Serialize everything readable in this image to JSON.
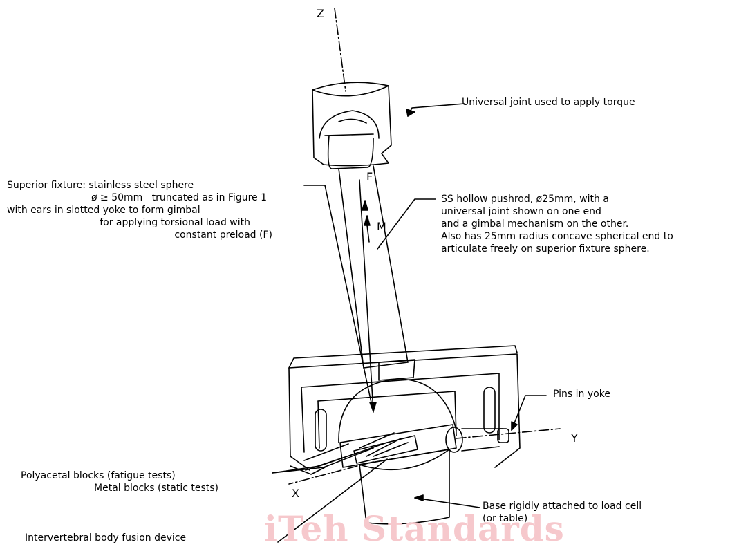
{
  "axes": {
    "z": "Z",
    "y": "Y",
    "x": "X"
  },
  "forces": {
    "f": "F",
    "m": "M"
  },
  "labels": {
    "universal_joint": "Universal joint used to apply torque",
    "superior_fixture": [
      "Superior fixture: stainless steel sphere",
      "ø ≥ 50mm   truncated as in Figure 1",
      "with ears in slotted yoke to form gimbal",
      "for applying torsional load with",
      "constant preload (F)"
    ],
    "pushrod": [
      "SS hollow pushrod, ø25mm, with a",
      "universal joint shown on one end",
      "and a gimbal mechanism on the other.",
      "Also has 25mm radius concave spherical end to",
      "articulate freely on superior fixture sphere."
    ],
    "pins": "Pins in yoke",
    "blocks": [
      "Polyacetal blocks (fatigue tests)",
      "Metal blocks (static tests)"
    ],
    "base": [
      "Base rigidly attached to load cell",
      "(or table)"
    ],
    "fusion_device": "Intervertebral body fusion device"
  },
  "watermark": "iTeh Standards"
}
